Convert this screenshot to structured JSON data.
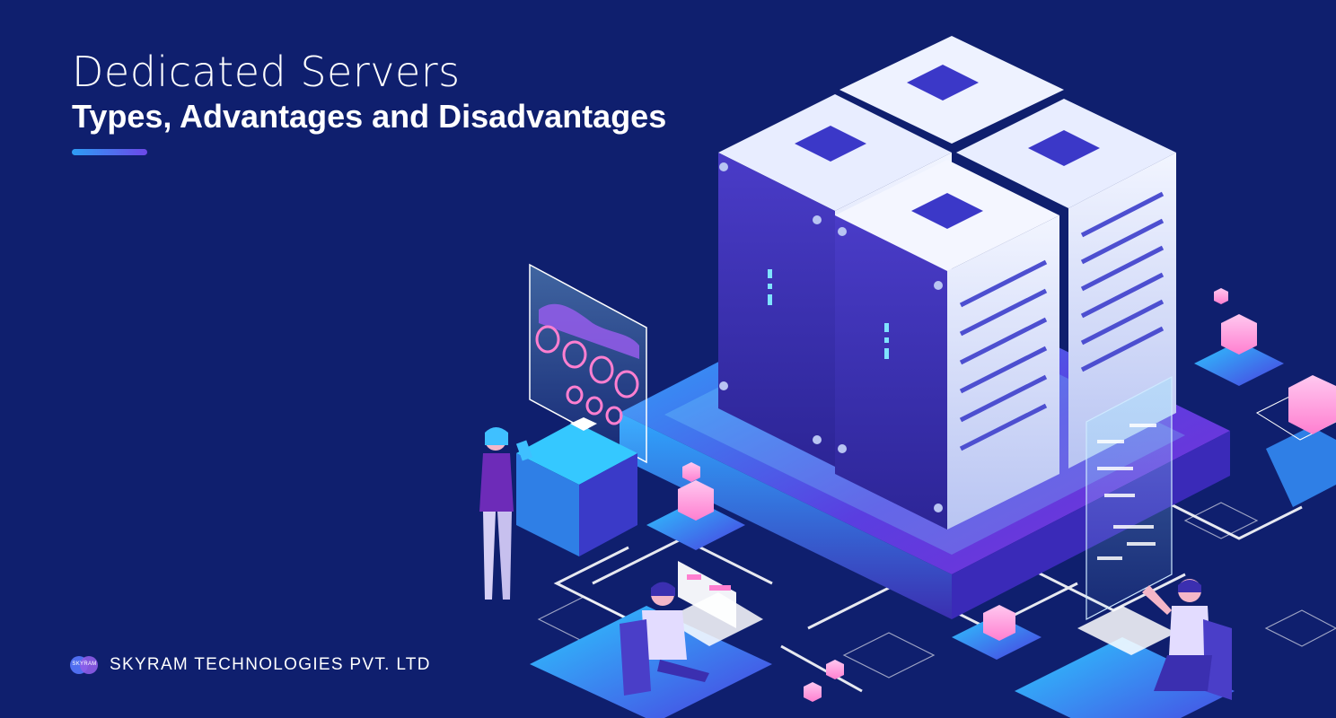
{
  "banner": {
    "title": "Dedicated Servers",
    "subtitle": "Types, Advantages and Disadvantages"
  },
  "brand": {
    "logo_text": "SKYRAM",
    "name": "SKYRAM TECHNOLOGIES PVT. LTD"
  },
  "colors": {
    "background": "#0f1f6e",
    "accent_start": "#2d9ef5",
    "accent_end": "#6c47e8",
    "server_face": "#3b2fb0",
    "server_top": "#d9e0ff",
    "platform": "#5a3ee0",
    "glow": "#2ad1ff",
    "cube": "#ff9fe0"
  }
}
